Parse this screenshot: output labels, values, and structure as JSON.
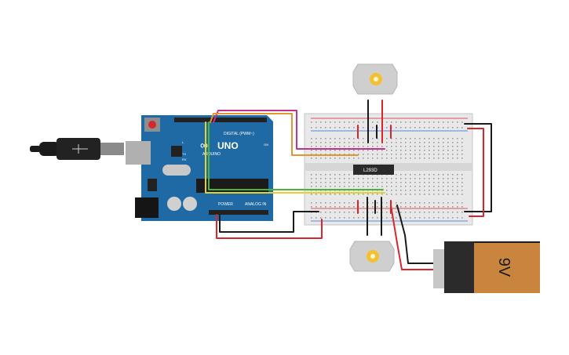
{
  "canvas": {
    "background": "#ffffff"
  },
  "arduino": {
    "board_color": "#1f6aa5",
    "logo_text": "UNO",
    "brand_text": "ARDUINO",
    "digital_label": "DIGITAL (PWM~)",
    "power_label": "POWER",
    "analog_label": "ANALOG IN",
    "tx_label": "TX",
    "rx_label": "RX",
    "led_l_label": "L",
    "on_label": "ON"
  },
  "usb": {
    "icon": "usb-cable-icon"
  },
  "breadboard": {
    "color": "#e8e8e8",
    "rail_red": "#d9262c",
    "rail_blue": "#2a6fd0"
  },
  "ic": {
    "label": "L293D"
  },
  "battery": {
    "label": "9V",
    "top_color": "#2b2b2b",
    "body_color": "#c9853e"
  },
  "motors": [
    {
      "name": "motor-top",
      "icon": "dc-motor-icon"
    },
    {
      "name": "motor-bottom",
      "icon": "dc-motor-icon"
    }
  ],
  "wire_colors": {
    "magenta": "#c2338f",
    "orange": "#e4962b",
    "yellow": "#e3d22b",
    "green": "#4fb33a",
    "red": "#d9262c",
    "black": "#1a1a1a"
  }
}
